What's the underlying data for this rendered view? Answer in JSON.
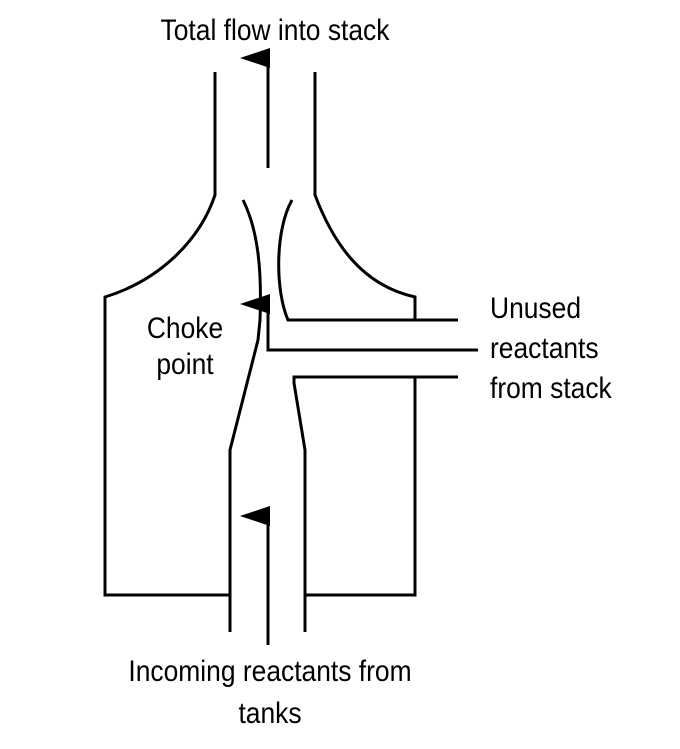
{
  "labels": {
    "top": "Total flow into stack",
    "choke_line1": "Choke",
    "choke_line2": "point",
    "unused_line1": "Unused",
    "unused_line2": "reactants",
    "unused_line3": "from stack",
    "bottom_line1": "Incoming reactants from",
    "bottom_line2": "tanks"
  },
  "colors": {
    "stroke": "#000000",
    "background": "#ffffff"
  }
}
